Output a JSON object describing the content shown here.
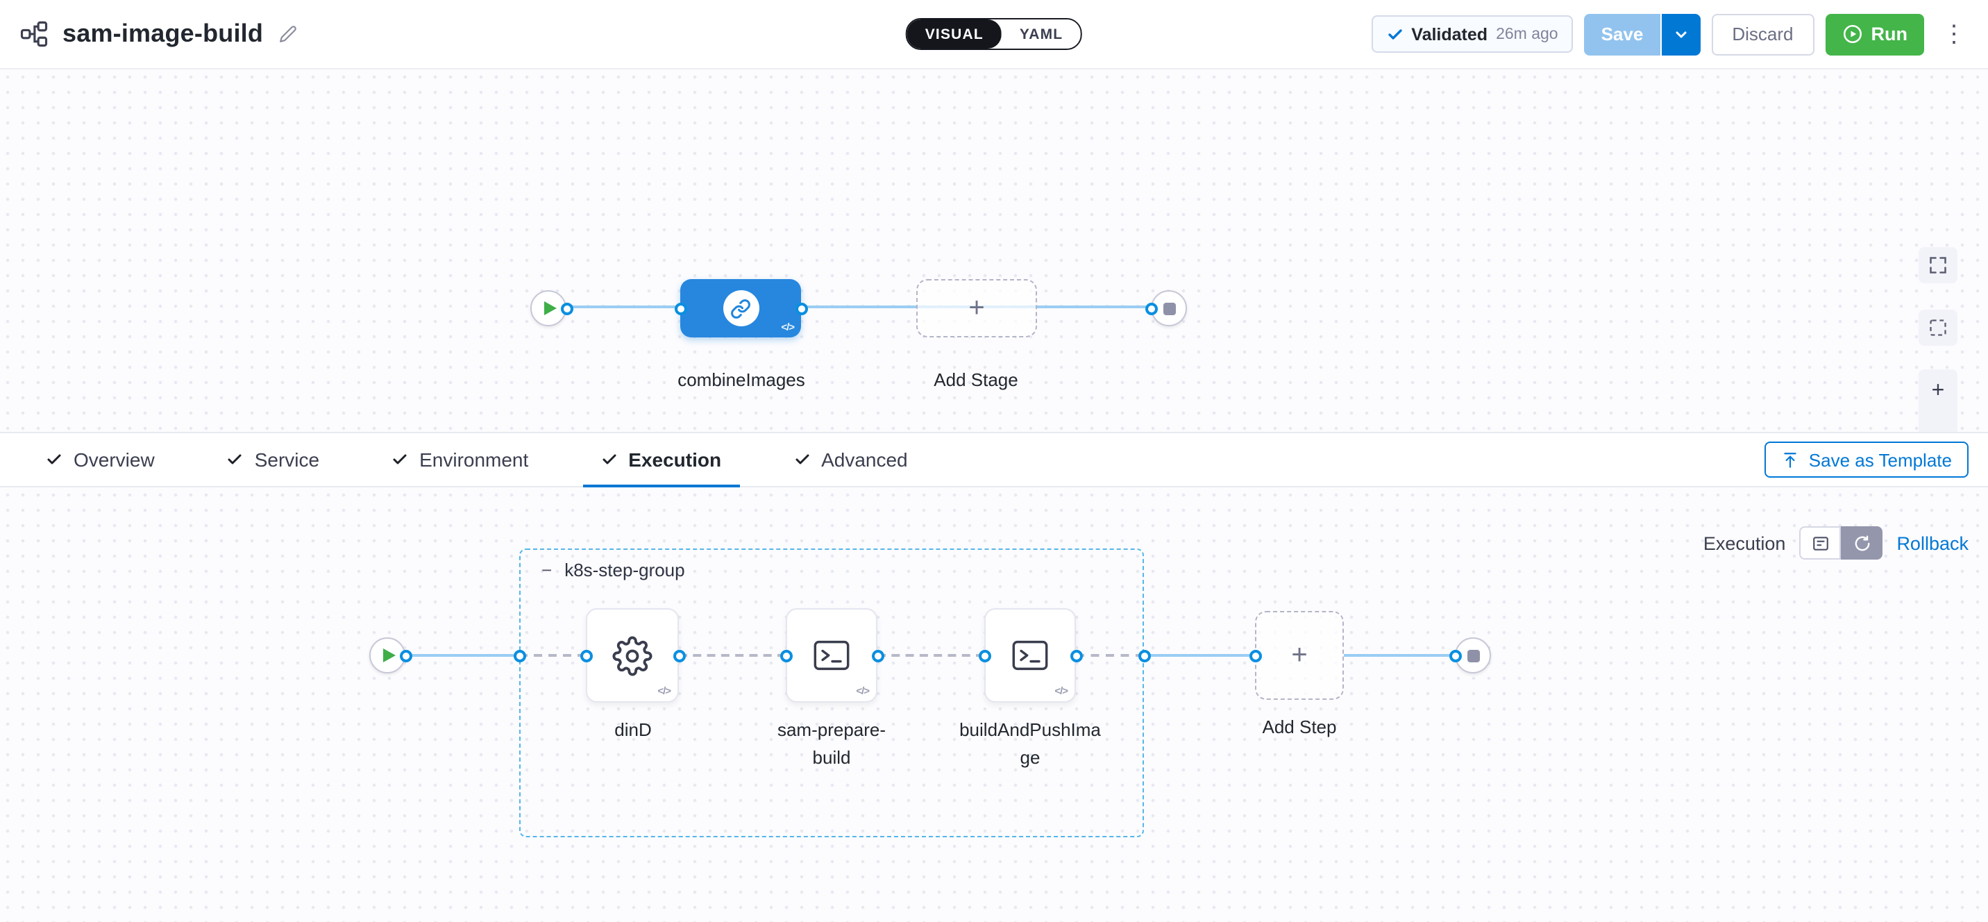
{
  "header": {
    "title": "sam-image-build",
    "mode": {
      "visual": "VISUAL",
      "yaml": "YAML"
    },
    "validated": {
      "label": "Validated",
      "time": "26m ago"
    },
    "save_label": "Save",
    "discard_label": "Discard",
    "run_label": "Run"
  },
  "pipeline": {
    "stage_label": "combineImages",
    "add_stage_label": "Add Stage"
  },
  "tabs": [
    {
      "label": "Overview"
    },
    {
      "label": "Service"
    },
    {
      "label": "Environment"
    },
    {
      "label": "Execution"
    },
    {
      "label": "Advanced"
    }
  ],
  "save_as_template_label": "Save as Template",
  "execution_panel": {
    "execution_label": "Execution",
    "rollback_label": "Rollback",
    "group_label": "k8s-step-group",
    "steps": [
      {
        "label": "dinD"
      },
      {
        "label": "sam-prepare-build"
      },
      {
        "label": "buildAndPushImage"
      }
    ],
    "add_step_label": "Add Step"
  },
  "icons": {
    "plus": "+",
    "zoom_in": "+",
    "zoom_out": "−",
    "kebab": "⋮",
    "collapse_minus": "−",
    "code": "</>"
  },
  "colors": {
    "accent": "#0278d5",
    "run_green": "#43b549",
    "stage_blue": "#2787de"
  }
}
